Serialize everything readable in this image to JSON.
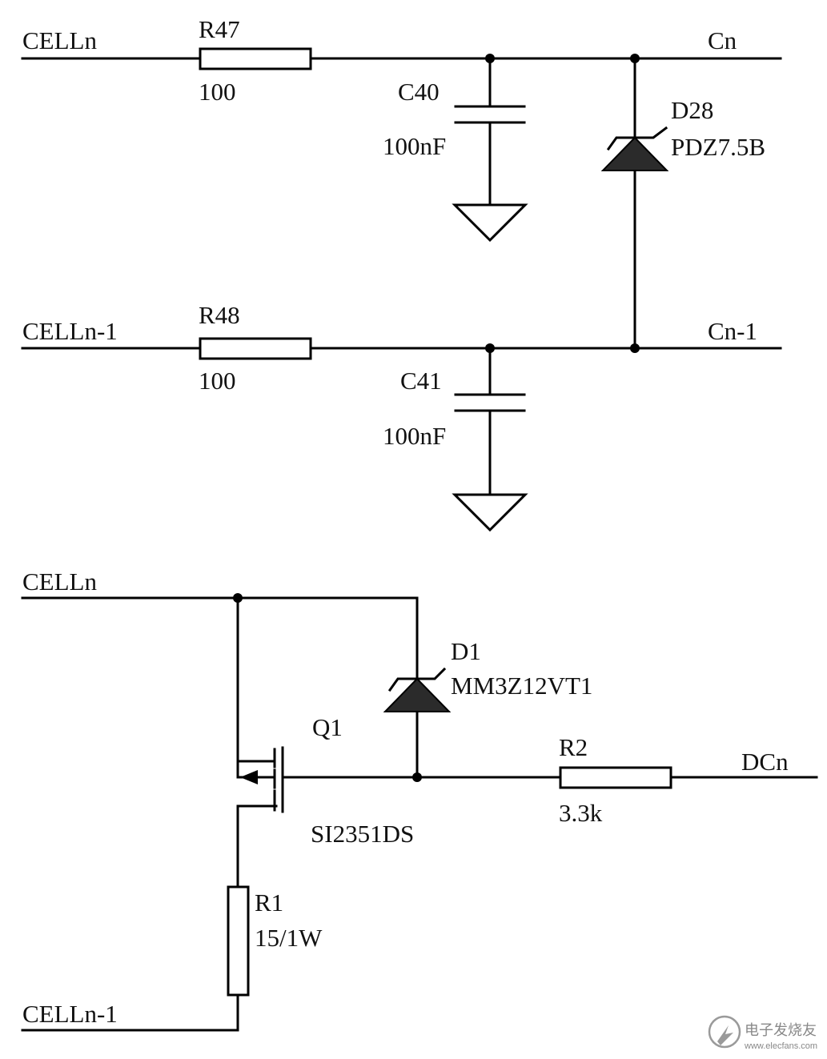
{
  "nets": {
    "top_in": "CELLn",
    "top_out": "Cn",
    "mid_in": "CELLn-1",
    "mid_out": "Cn-1",
    "bot_in_top": "CELLn",
    "bot_in_bottom": "CELLn-1",
    "bot_out": "DCn"
  },
  "components": {
    "r47": {
      "ref": "R47",
      "value": "100"
    },
    "r48": {
      "ref": "R48",
      "value": "100"
    },
    "c40": {
      "ref": "C40",
      "value": "100nF"
    },
    "c41": {
      "ref": "C41",
      "value": "100nF"
    },
    "d28": {
      "ref": "D28",
      "value": "PDZ7.5B"
    },
    "d1": {
      "ref": "D1",
      "value": "MM3Z12VT1"
    },
    "q1": {
      "ref": "Q1",
      "value": "SI2351DS"
    },
    "r2": {
      "ref": "R2",
      "value": "3.3k"
    },
    "r1": {
      "ref": "R1",
      "value": "15/1W"
    }
  },
  "watermark": {
    "name": "电子发烧友",
    "url": "www.elecfans.com",
    "icon": "elecfans-logo-icon"
  }
}
